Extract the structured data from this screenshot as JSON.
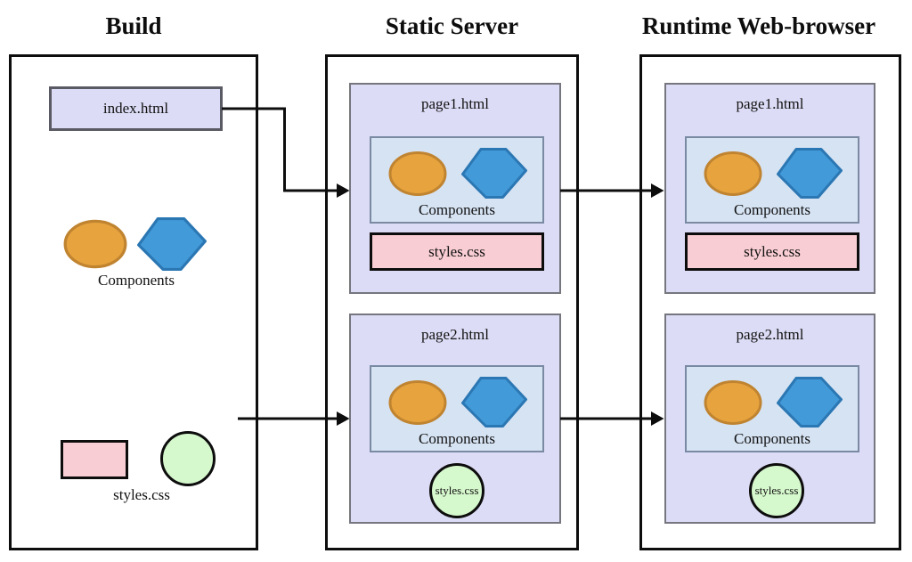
{
  "build": {
    "title": "Build",
    "index_file_label": "index.html",
    "components_label": "Components",
    "styles_label": "styles.css"
  },
  "static_server": {
    "title": "Static Server",
    "pages": [
      {
        "title": "page1.html",
        "components_label": "Components",
        "stylesheet_label": "styles.css"
      },
      {
        "title": "page2.html",
        "components_label": "Components",
        "stylesheet_label": "styles.css"
      }
    ]
  },
  "runtime_browser": {
    "title": "Runtime Web-browser",
    "pages": [
      {
        "title": "page1.html",
        "components_label": "Components",
        "stylesheet_label": "styles.css"
      },
      {
        "title": "page2.html",
        "components_label": "Components",
        "stylesheet_label": "styles.css"
      }
    ]
  },
  "colors": {
    "outline_black": "#0d0d0d",
    "html_box_fill": "#dcdcf6",
    "card_border": "#76767e",
    "index_box_border": "#5a5a64",
    "components_box_fill": "#d6e3f3",
    "comp_box_border": "#7b8aa3",
    "stylesheet_pink": "#f8cdd3",
    "stylesheet_green": "#d6f8cd",
    "ellipse_fill": "#e7a33d",
    "ellipse_stroke": "#c08431",
    "hexagon_fill": "#429ad8",
    "hexagon_stroke": "#2b77b3"
  }
}
